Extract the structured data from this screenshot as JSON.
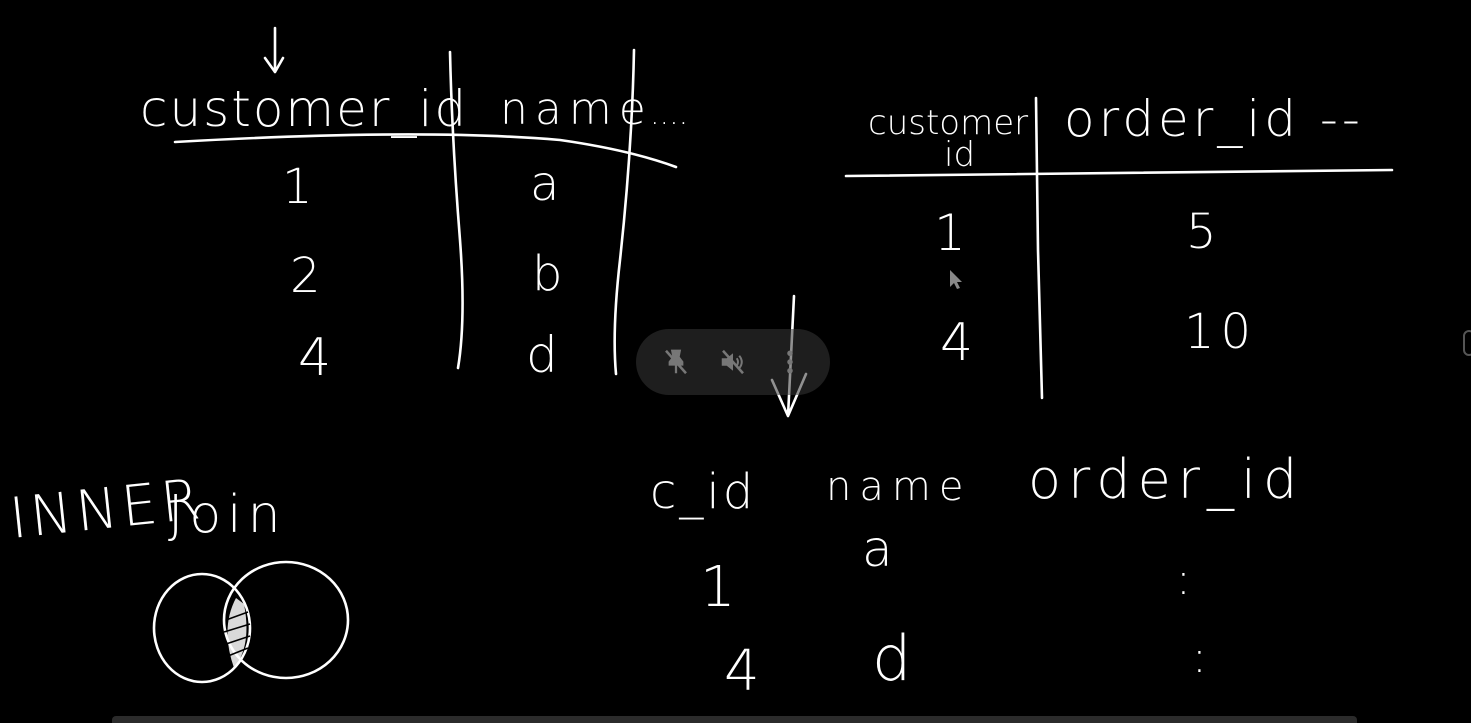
{
  "left_table": {
    "headers": [
      "customer_id",
      "name",
      "...."
    ],
    "rows": [
      [
        "1",
        "a"
      ],
      [
        "2",
        "b"
      ],
      [
        "4",
        "d"
      ]
    ]
  },
  "right_table": {
    "header_top": "customer",
    "header_bottom": "id",
    "header_order": "order_id --",
    "rows": [
      [
        "1",
        "5"
      ],
      [
        "4",
        "10"
      ]
    ]
  },
  "join_label": {
    "line1": "INNER",
    "line2": "Join"
  },
  "result_table": {
    "headers": [
      "c_id",
      "name",
      "order_id"
    ],
    "rows": [
      [
        "1",
        "a",
        ":"
      ],
      [
        "4",
        "d",
        ":"
      ]
    ]
  },
  "overlay": {
    "icons": [
      "pin-off-icon",
      "mute-icon",
      "more-vertical-icon"
    ]
  }
}
